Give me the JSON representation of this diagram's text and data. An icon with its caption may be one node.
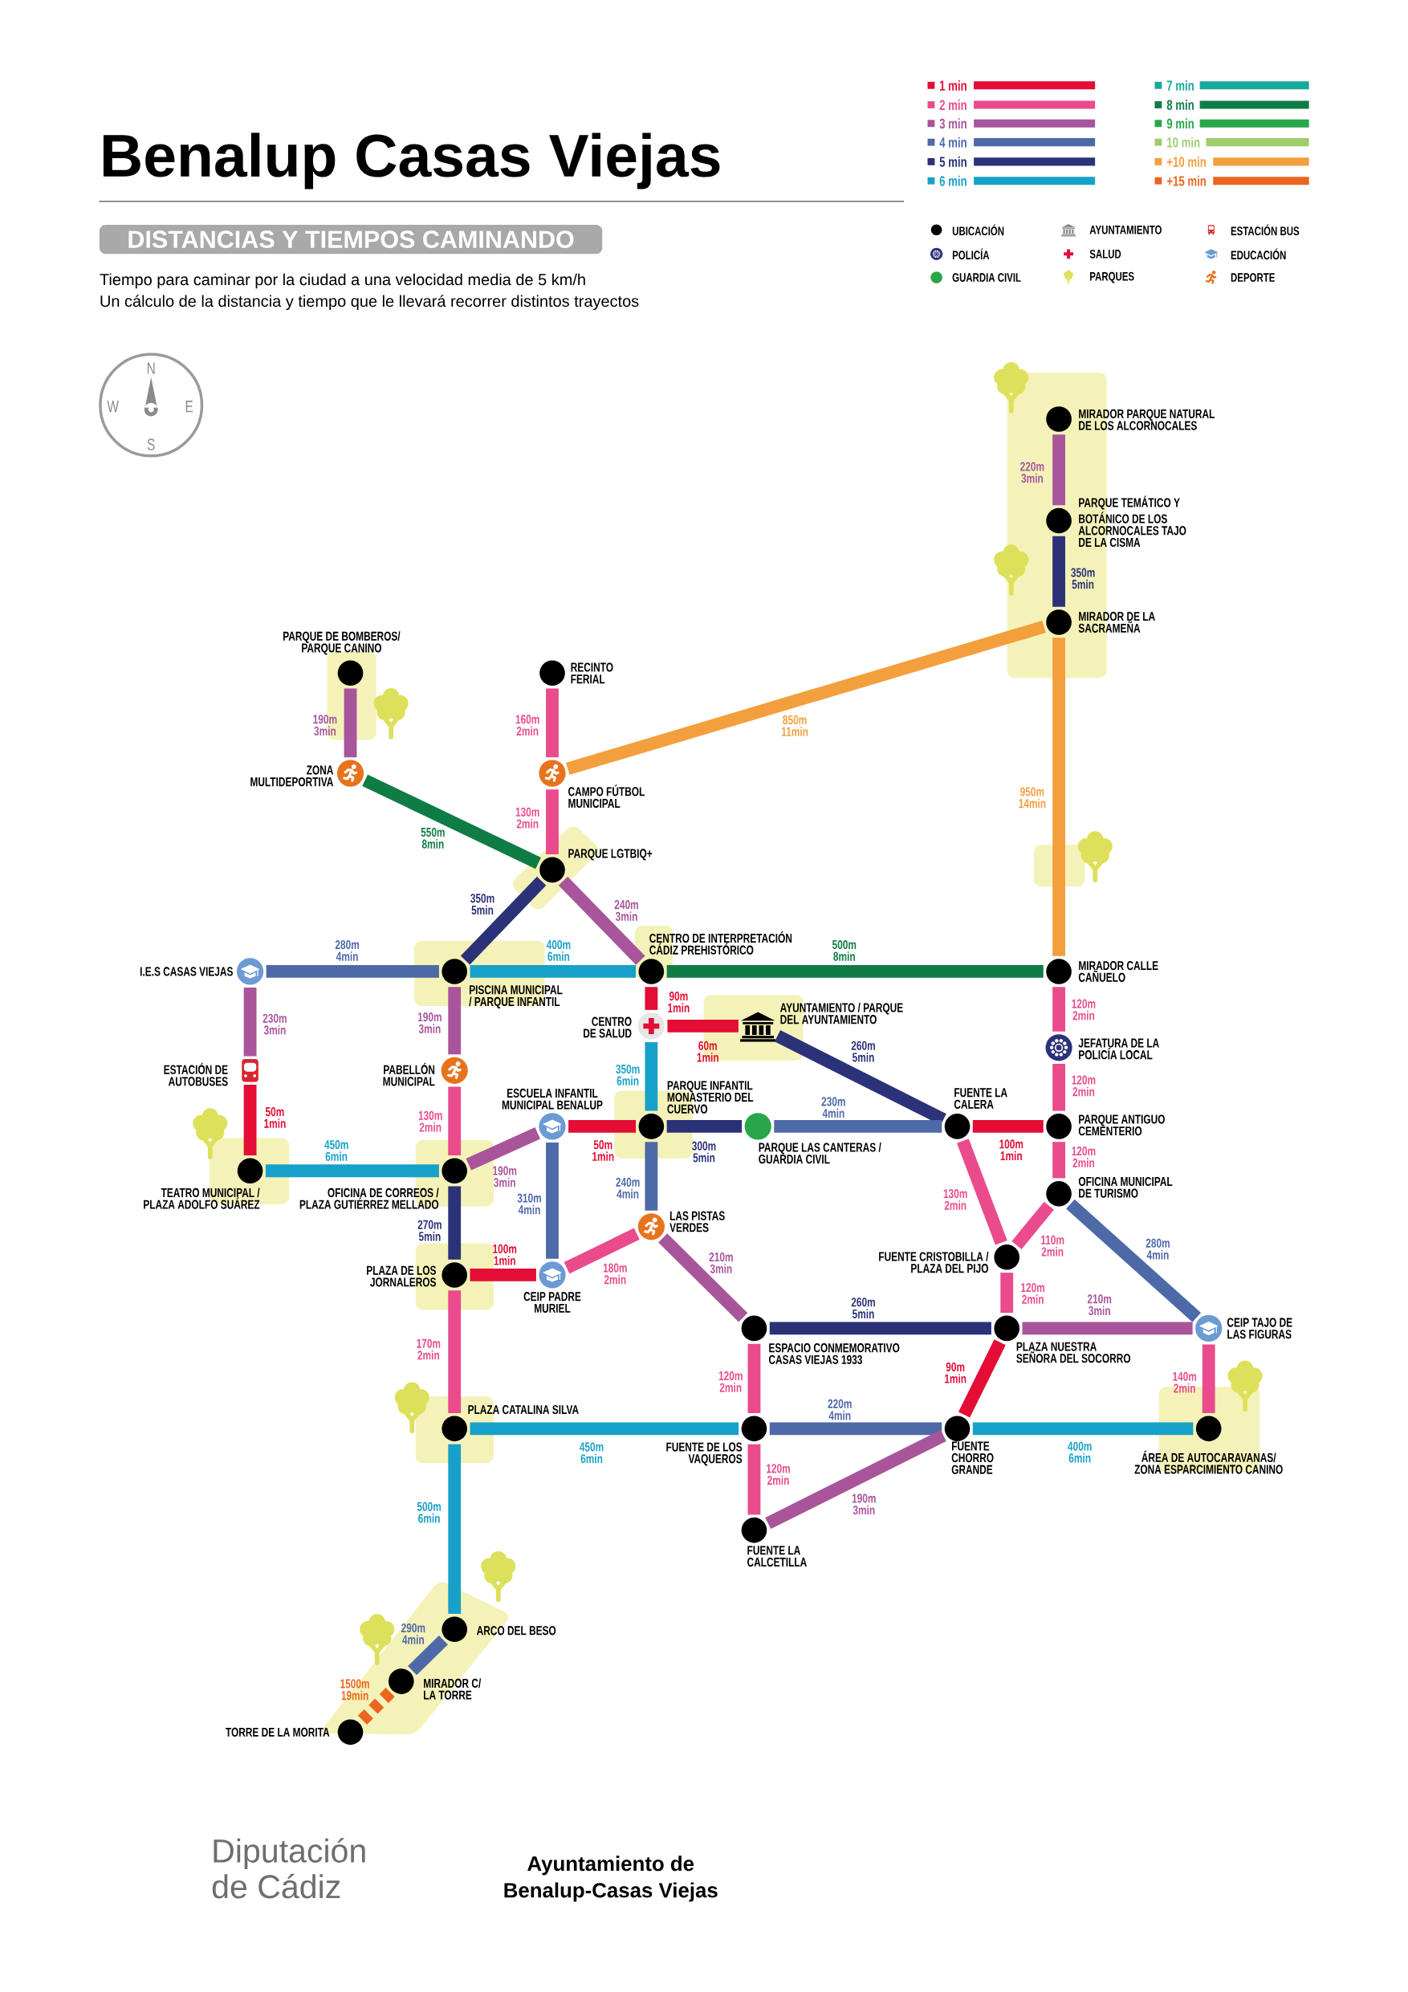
{
  "diagram": {
    "title": "Benalup Casas Viejas",
    "nodes": [
      {
        "text": [
          "MIRADOR PARQUE NATURAL DE LOS ALCORNOCALES"
        ]
      },
      {
        "text": [
          "PARQUE TEMÁTICO Y BOTÁNICO DE LOS ALCORNOCALES TAJO DE LA CISMA"
        ]
      },
      {
        "text": [
          "MIRADOR DE LA SACRAMEÑA"
        ]
      },
      {
        "text": [
          "PARQUE DE BOMBEROS/ PARQUE CANINO"
        ]
      },
      {
        "text": [
          "RECINTO FERIAL"
        ]
      },
      {
        "text": [
          "ZONA MULTIDEPORTIVA"
        ]
      },
      {
        "text": [
          "CAMPO FÚTBOL MUNICIPAL"
        ]
      },
      {
        "text": [
          "PARQUE LGTBIQ+"
        ]
      },
      {
        "text": [
          "I.E.S CASAS VIEJAS"
        ]
      },
      {
        "text": [
          "PISCINA MUNICIPAL / PARQUE INFANTIL"
        ]
      },
      {
        "text": [
          "CENTRO DE INTERPRETACIÓN CÁDIZ PREHISTÓRICO"
        ]
      },
      {
        "text": [
          "MIRADOR CALLE CAÑUELO"
        ]
      },
      {
        "text": [
          "CENTRO DE SALUD"
        ]
      },
      {
        "text": [
          "AYUNTAMIENTO / PARQUE DEL AYUNTAMIENTO"
        ]
      },
      {
        "text": [
          "JEFATURA DE LA POLICÍA LOCAL"
        ]
      },
      {
        "text": [
          "ESTACIÓN DE AUTOBUSES"
        ]
      },
      {
        "text": [
          "PABELLÓN MUNICIPAL"
        ]
      },
      {
        "text": [
          "ESCUELA INFANTIL MUNICIPAL BENALUP"
        ]
      },
      {
        "text": [
          "PARQUE INFANTIL MONASTERIO DEL CUERVO"
        ]
      },
      {
        "text": [
          "PARQUE LAS CANTERAS / GUARDIA CIVIL"
        ]
      },
      {
        "text": [
          "FUENTE LA CALERA"
        ]
      },
      {
        "text": [
          "PARQUE ANTIGUO CEMENTERIO"
        ]
      },
      {
        "text": [
          "TEATRO MUNICIPAL / PLAZA ADOLFO SUÁREZ"
        ]
      },
      {
        "text": [
          "OFICINA DE CORREOS / PLAZA GUTIÉRREZ MELLADO"
        ]
      },
      {
        "text": [
          "OFICINA MUNICIPAL DE TURISMO"
        ]
      },
      {
        "text": [
          "LAS PISTAS VERDES"
        ]
      },
      {
        "text": [
          "FUENTE CRISTOBILLA / PLAZA DEL PIJO"
        ]
      },
      {
        "text": [
          "PLAZA DE LOS JORNALEROS"
        ]
      },
      {
        "text": [
          "CEIP PADRE MURIEL"
        ]
      },
      {
        "text": [
          "ESPACIO CONMEMORATIVO CASAS VIEJAS 1933"
        ]
      },
      {
        "text": [
          "PLAZA NUESTRA SEÑORA DEL SOCORRO"
        ]
      },
      {
        "text": [
          "CEIP TAJO DE LAS FIGURAS"
        ]
      },
      {
        "text": [
          "PLAZA CATALINA SILVA"
        ]
      },
      {
        "text": [
          "FUENTE DE LOS VAQUEROS"
        ]
      },
      {
        "text": [
          "FUENTE CHORRO GRANDE"
        ]
      },
      {
        "text": [
          "ÁREA DE AUTOCARAVANAS/ ZONA ESPARCIMIENTO CANINO"
        ]
      },
      {
        "text": [
          "FUENTE LA CALCETILLA"
        ]
      },
      {
        "text": [
          "ARCO DEL BESO"
        ]
      },
      {
        "text": [
          "MIRADOR C/ LA TORRE"
        ]
      },
      {
        "text": [
          "TORRE DE LA MORITA"
        ]
      }
    ],
    "edges": [
      {
        "from": 0,
        "to": 1,
        "arrow": "none",
        "label": "220m 3min",
        "color": "#a8559b"
      },
      {
        "from": 1,
        "to": 2,
        "arrow": "none",
        "label": "350m 5min",
        "color": "#2c3278"
      },
      {
        "from": 2,
        "to": 6,
        "arrow": "none",
        "label": "850m 11min",
        "color": "#f39f3d"
      },
      {
        "from": 2,
        "to": 11,
        "arrow": "none",
        "label": "950m 14min",
        "color": "#f39f3d"
      },
      {
        "from": 3,
        "to": 5,
        "arrow": "none",
        "label": "190m 3min",
        "color": "#a8559b"
      },
      {
        "from": 4,
        "to": 6,
        "arrow": "none",
        "label": "160m 2min",
        "color": "#e94b8c"
      },
      {
        "from": 5,
        "to": 7,
        "arrow": "none",
        "label": "550m 8min",
        "color": "#107c45"
      },
      {
        "from": 6,
        "to": 7,
        "arrow": "none",
        "label": "130m 2min",
        "color": "#e94b8c"
      },
      {
        "from": 7,
        "to": 9,
        "arrow": "none",
        "label": "350m 5min",
        "color": "#2c3278"
      },
      {
        "from": 7,
        "to": 10,
        "arrow": "none",
        "label": "240m 3min",
        "color": "#a8559b"
      },
      {
        "from": 8,
        "to": 9,
        "arrow": "none",
        "label": "280m 4min",
        "color": "#4e69a8"
      },
      {
        "from": 9,
        "to": 10,
        "arrow": "none",
        "label": "400m 6min",
        "color": "#17a1c9"
      },
      {
        "from": 10,
        "to": 11,
        "arrow": "none",
        "label": "500m 8min",
        "color": "#107c45"
      },
      {
        "from": 8,
        "to": 15,
        "arrow": "none",
        "label": "230m 3min",
        "color": "#a8559b"
      },
      {
        "from": 9,
        "to": 16,
        "arrow": "none",
        "label": "190m 3min",
        "color": "#a8559b"
      },
      {
        "from": 10,
        "to": 12,
        "arrow": "none",
        "label": "90m 1min",
        "color": "#e30d35"
      },
      {
        "from": 12,
        "to": 13,
        "arrow": "none",
        "label": "60m 1min",
        "color": "#e30d35"
      },
      {
        "from": 12,
        "to": 18,
        "arrow": "none",
        "label": "350m 6min",
        "color": "#17a1c9"
      },
      {
        "from": 13,
        "to": 20,
        "arrow": "none",
        "label": "260m 5min",
        "color": "#2c3278"
      },
      {
        "from": 11,
        "to": 14,
        "arrow": "none",
        "label": "120m 2min",
        "color": "#e94b8c"
      },
      {
        "from": 14,
        "to": 21,
        "arrow": "none",
        "label": "120m 2min",
        "color": "#e94b8c"
      },
      {
        "from": 15,
        "to": 22,
        "arrow": "none",
        "label": "50m 1min",
        "color": "#e30d35"
      },
      {
        "from": 16,
        "to": 23,
        "arrow": "none",
        "label": "130m 2min",
        "color": "#e94b8c"
      },
      {
        "from": 17,
        "to": 18,
        "arrow": "none",
        "label": "50m 1min",
        "color": "#e30d35"
      },
      {
        "from": 18,
        "to": 19,
        "arrow": "none",
        "label": "300m 5min",
        "color": "#2c3278"
      },
      {
        "from": 19,
        "to": 20,
        "arrow": "none",
        "label": "230m 4min",
        "color": "#4e69a8"
      },
      {
        "from": 20,
        "to": 21,
        "arrow": "none",
        "label": "100m 1min",
        "color": "#e30d35"
      },
      {
        "from": 22,
        "to": 23,
        "arrow": "none",
        "label": "450m 6min",
        "color": "#17a1c9"
      },
      {
        "from": 23,
        "to": 17,
        "arrow": "none",
        "label": "190m 3min",
        "color": "#a8559b"
      },
      {
        "from": 17,
        "to": 28,
        "arrow": "none",
        "label": "310m 4min",
        "color": "#4e69a8"
      },
      {
        "from": 18,
        "to": 25,
        "arrow": "none",
        "label": "240m 4min",
        "color": "#4e69a8"
      },
      {
        "from": 21,
        "to": 24,
        "arrow": "none",
        "label": "120m 2min",
        "color": "#e94b8c"
      },
      {
        "from": 20,
        "to": 26,
        "arrow": "none",
        "label": "130m 2min",
        "color": "#e94b8c"
      },
      {
        "from": 24,
        "to": 26,
        "arrow": "none",
        "label": "110m 2min",
        "color": "#e94b8c"
      },
      {
        "from": 24,
        "to": 31,
        "arrow": "none",
        "label": "280m 4min",
        "color": "#4e69a8"
      },
      {
        "from": 23,
        "to": 27,
        "arrow": "none",
        "label": "270m 5min",
        "color": "#2c3278"
      },
      {
        "from": 27,
        "to": 28,
        "arrow": "none",
        "label": "100m 1min",
        "color": "#e30d35"
      },
      {
        "from": 28,
        "to": 25,
        "arrow": "none",
        "label": "180m 2min",
        "color": "#e94b8c"
      },
      {
        "from": 25,
        "to": 29,
        "arrow": "none",
        "label": "210m 3min",
        "color": "#a8559b"
      },
      {
        "from": 26,
        "to": 30,
        "arrow": "none",
        "label": "120m 2min",
        "color": "#e94b8c"
      },
      {
        "from": 29,
        "to": 30,
        "arrow": "none",
        "label": "260m 5min",
        "color": "#2c3278"
      },
      {
        "from": 30,
        "to": 31,
        "arrow": "none",
        "label": "210m 3min",
        "color": "#a8559b"
      },
      {
        "from": 30,
        "to": 34,
        "arrow": "none",
        "label": "90m 1min",
        "color": "#e30d35"
      },
      {
        "from": 29,
        "to": 33,
        "arrow": "none",
        "label": "120m 2min",
        "color": "#e94b8c"
      },
      {
        "from": 31,
        "to": 35,
        "arrow": "none",
        "label": "140m 2min",
        "color": "#e94b8c"
      },
      {
        "from": 27,
        "to": 32,
        "arrow": "none",
        "label": "170m 2min",
        "color": "#e94b8c"
      },
      {
        "from": 32,
        "to": 33,
        "arrow": "none",
        "label": "450m 6min",
        "color": "#17a1c9"
      },
      {
        "from": 33,
        "to": 34,
        "arrow": "none",
        "label": "220m 4min",
        "color": "#4e69a8"
      },
      {
        "from": 34,
        "to": 35,
        "arrow": "none",
        "label": "400m 6min",
        "color": "#17a1c9"
      },
      {
        "from": 33,
        "to": 36,
        "arrow": "none",
        "label": "120m 2min",
        "color": "#e94b8c"
      },
      {
        "from": 36,
        "to": 34,
        "arrow": "none",
        "label": "190m 3min",
        "color": "#a8559b"
      },
      {
        "from": 32,
        "to": 37,
        "arrow": "none",
        "label": "500m 6min",
        "color": "#17a1c9"
      },
      {
        "from": 37,
        "to": 38,
        "arrow": "none",
        "label": "290m 4min",
        "color": "#4e69a8"
      },
      {
        "from": 38,
        "to": 39,
        "arrow": "none",
        "label": "1500m 19min",
        "color": "#ea6620",
        "style": "dashed"
      }
    ],
    "labels": [
      "DISTANCIAS Y TIEMPOS CAMINANDO",
      "Tiempo para caminar por la ciudad a una velocidad media de 5 km/h",
      "Un cálculo de la distancia y tiempo que le llevará recorrer distintos trayectos",
      "N",
      "W",
      "E",
      "S",
      "Diputación de Cádiz",
      "Ayuntamiento de Benalup-Casas Viejas"
    ],
    "legend": [
      {
        "text": "1 min",
        "color": "#e30d35"
      },
      {
        "text": "2 min",
        "color": "#e94b8c"
      },
      {
        "text": "3 min",
        "color": "#a8559b"
      },
      {
        "text": "4 min",
        "color": "#4e69a8"
      },
      {
        "text": "5 min",
        "color": "#2c3278"
      },
      {
        "text": "6 min",
        "color": "#17a1c9"
      },
      {
        "text": "7 min",
        "color": "#19a99b"
      },
      {
        "text": "8 min",
        "color": "#107c45"
      },
      {
        "text": "9 min",
        "color": "#2aa64a"
      },
      {
        "text": "10 min",
        "color": "#9fcd6c"
      },
      {
        "text": "+10 min",
        "color": "#f39f3d"
      },
      {
        "text": "+15 min",
        "color": "#ea6620"
      },
      {
        "text": "UBICACIÓN"
      },
      {
        "text": "POLICÍA"
      },
      {
        "text": "GUARDIA CIVIL"
      },
      {
        "text": "AYUNTAMIENTO"
      },
      {
        "text": "SALUD"
      },
      {
        "text": "PARQUES"
      },
      {
        "text": "ESTACIÓN BUS"
      },
      {
        "text": "EDUCACIÓN"
      },
      {
        "text": "DEPORTE"
      }
    ]
  }
}
